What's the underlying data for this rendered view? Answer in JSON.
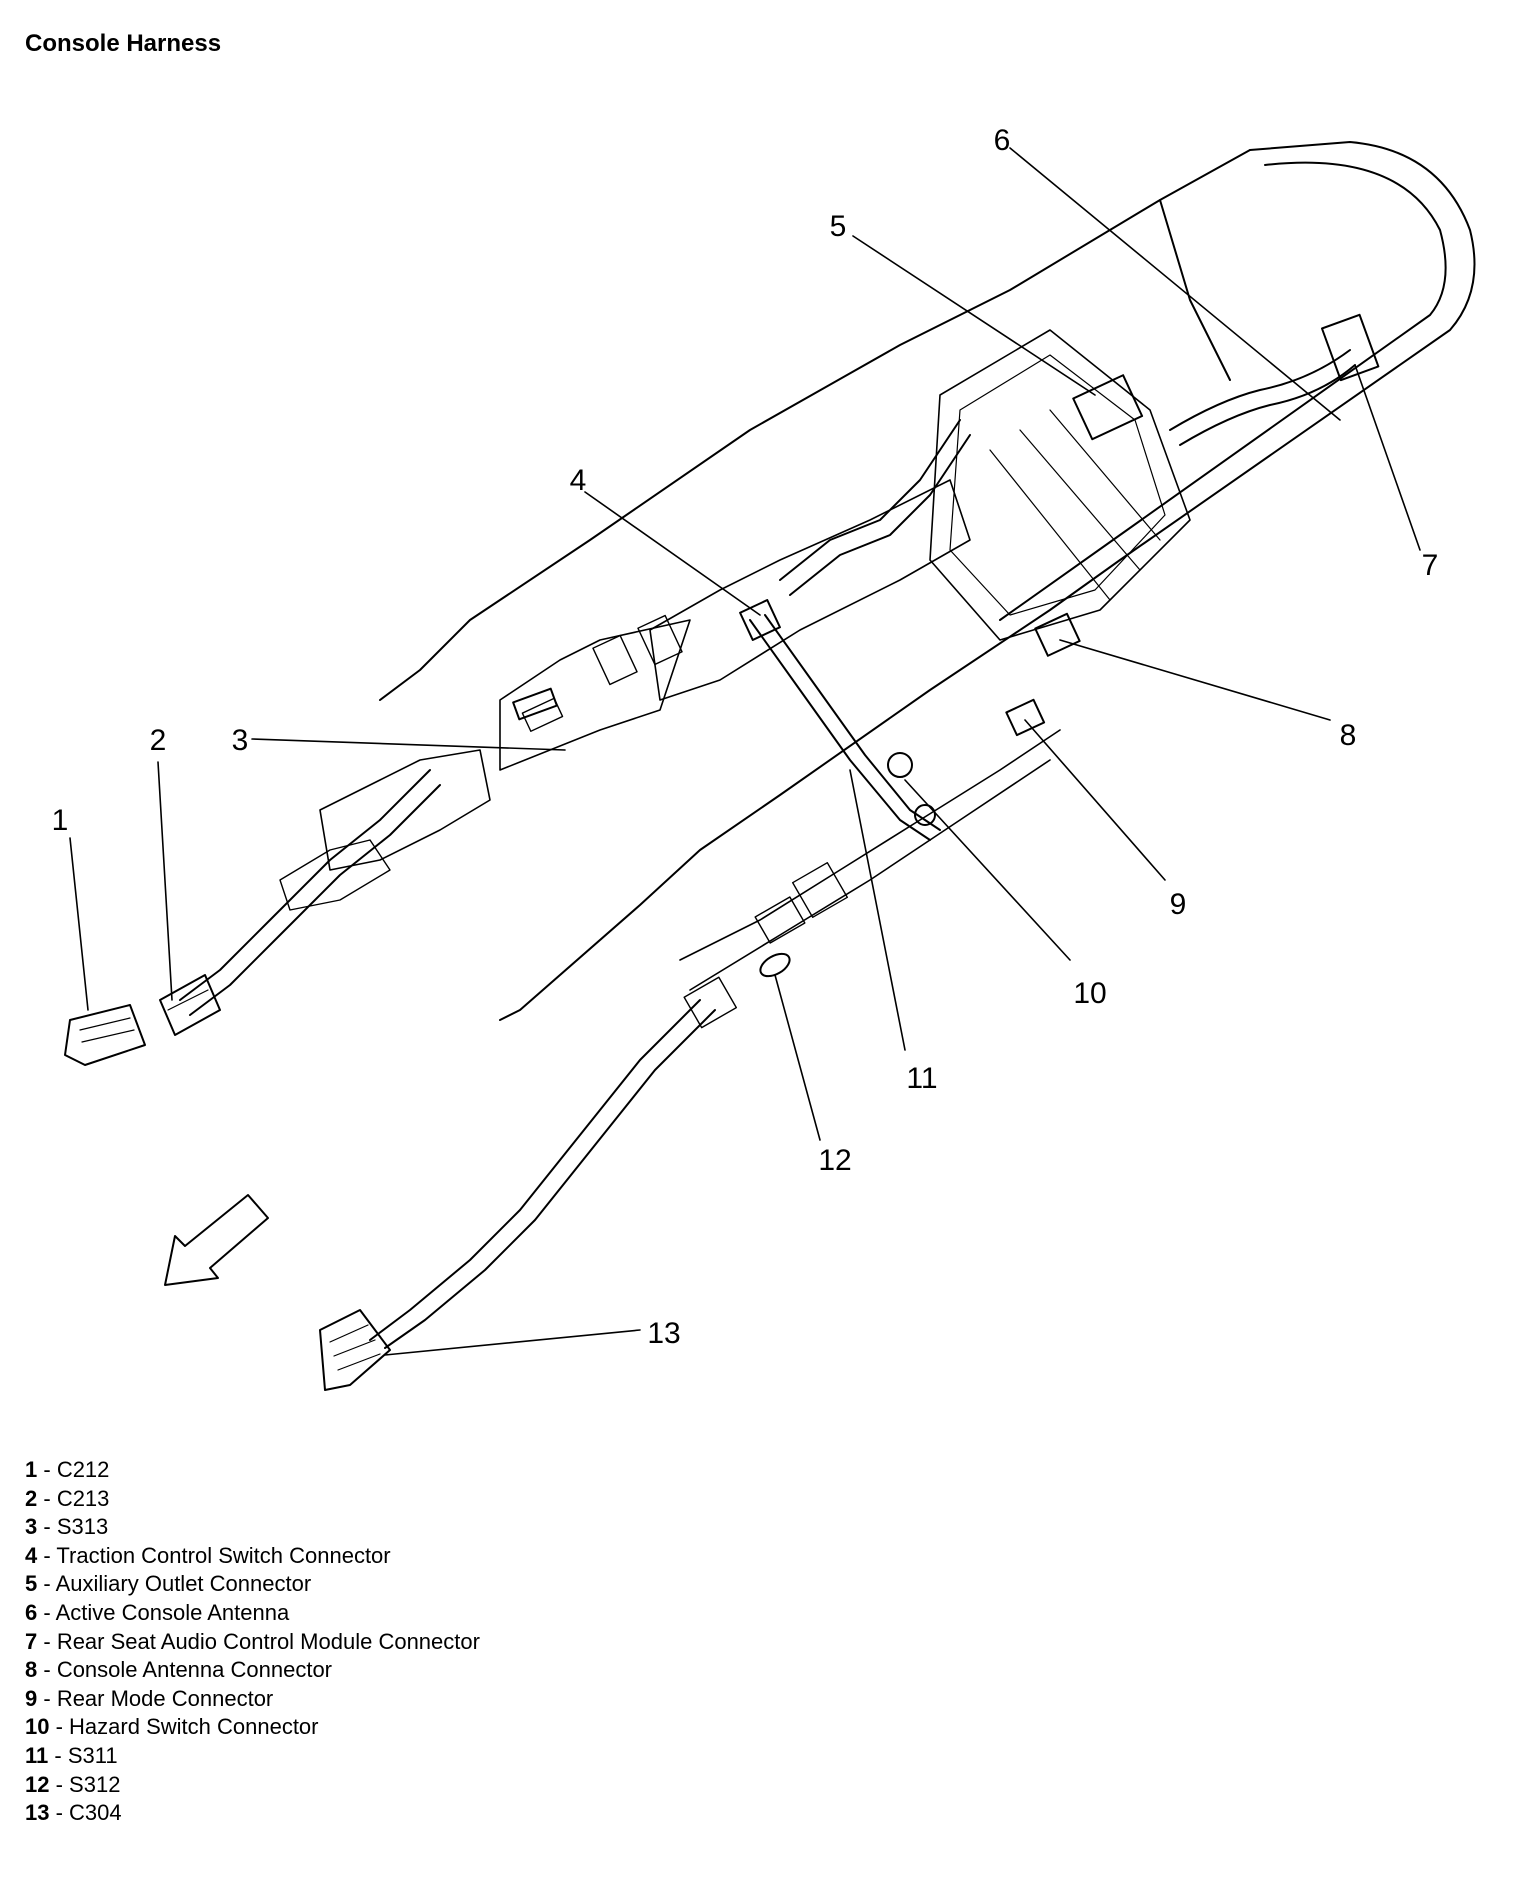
{
  "title": "Console Harness",
  "callouts": [
    {
      "num": "1",
      "text": "C212"
    },
    {
      "num": "2",
      "text": "C213"
    },
    {
      "num": "3",
      "text": "S313"
    },
    {
      "num": "4",
      "text": "Traction Control Switch Connector"
    },
    {
      "num": "5",
      "text": "Auxiliary Outlet Connector"
    },
    {
      "num": "6",
      "text": "Active Console Antenna"
    },
    {
      "num": "7",
      "text": "Rear Seat Audio Control Module Connector"
    },
    {
      "num": "8",
      "text": "Console Antenna Connector"
    },
    {
      "num": "9",
      "text": "Rear Mode Connector"
    },
    {
      "num": "10",
      "text": "Hazard Switch Connector"
    },
    {
      "num": "11",
      "text": "S311"
    },
    {
      "num": "12",
      "text": "S312"
    },
    {
      "num": "13",
      "text": "C304"
    }
  ],
  "legend_separator": " - "
}
